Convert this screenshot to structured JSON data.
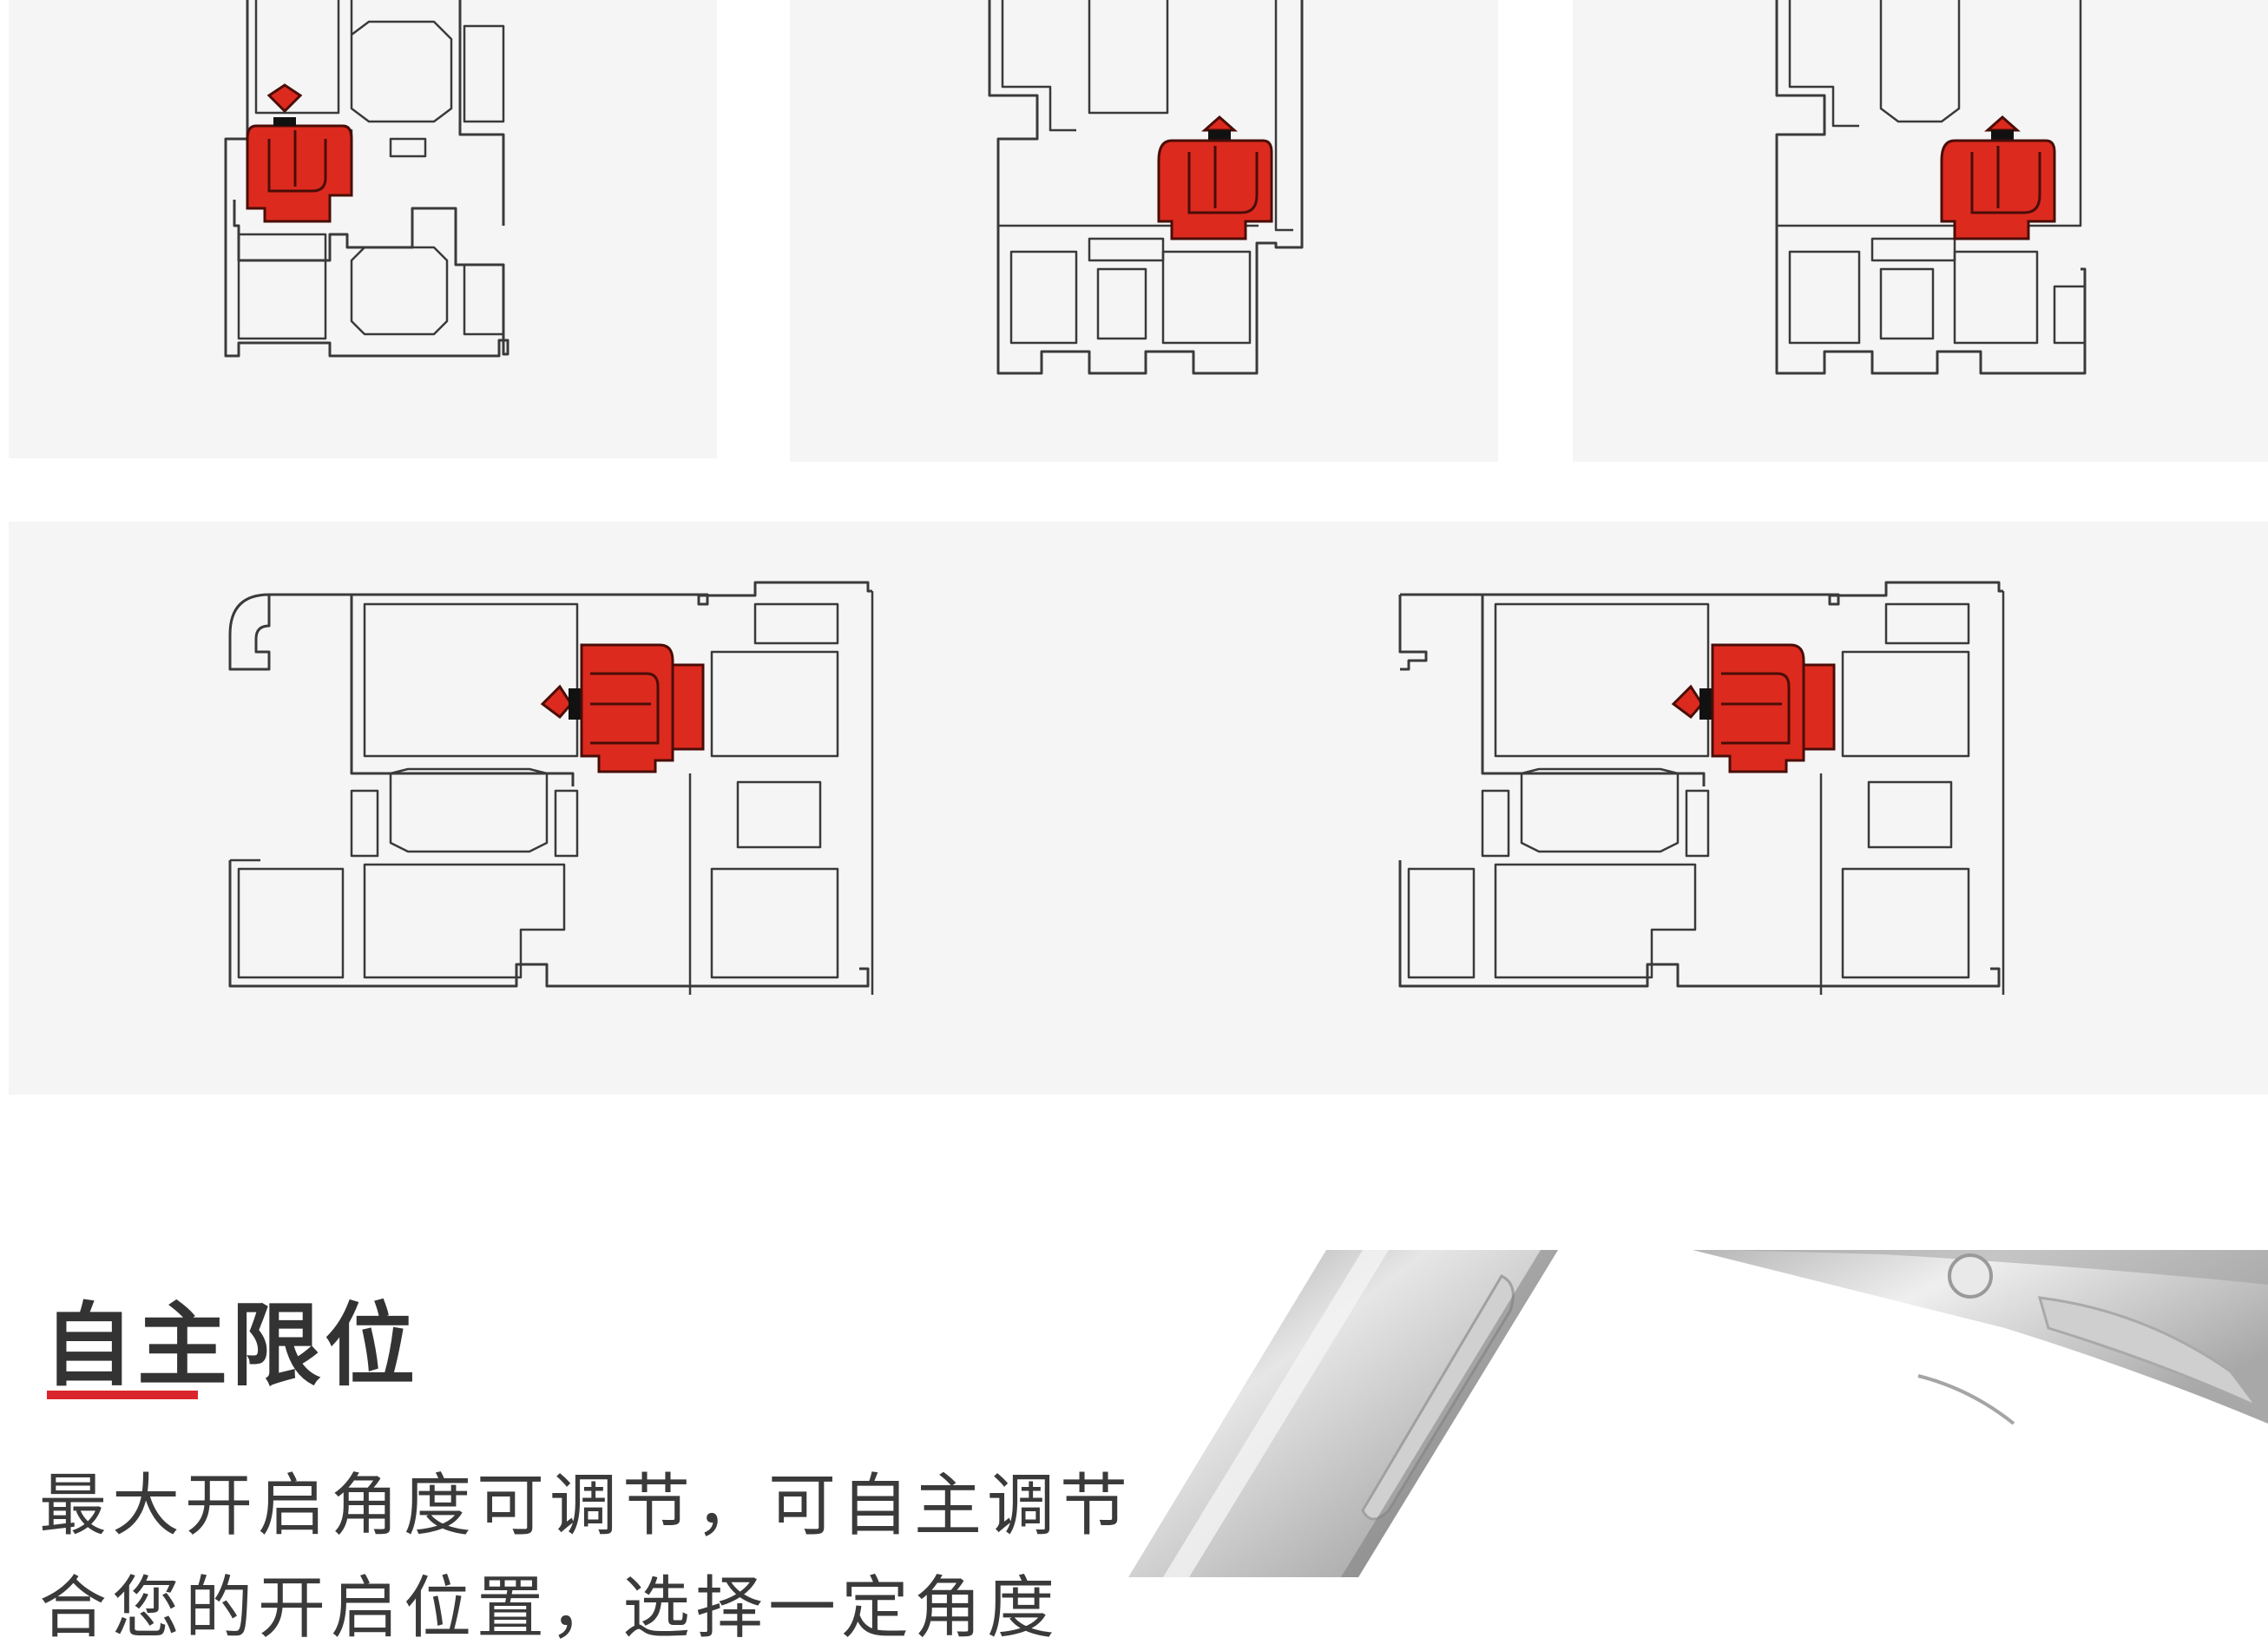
{
  "feature": {
    "title": "自主限位",
    "description_lines": [
      "最大开启角度可调节，可自主调节",
      "合您的开启位置，选择一定角度"
    ]
  },
  "colors": {
    "accent_red": "#d8262c",
    "hinge_red": "#dc2a1e",
    "panel_bg": "#f4f5f4",
    "profile_stroke": "#3a3a3a",
    "text": "#333333"
  },
  "panels": [
    {
      "name": "profile-diagram-1"
    },
    {
      "name": "profile-diagram-2"
    },
    {
      "name": "profile-diagram-3"
    },
    {
      "name": "profile-diagram-4"
    },
    {
      "name": "profile-diagram-5"
    }
  ],
  "photo": {
    "subject": "stainless-steel-limit-arm"
  }
}
